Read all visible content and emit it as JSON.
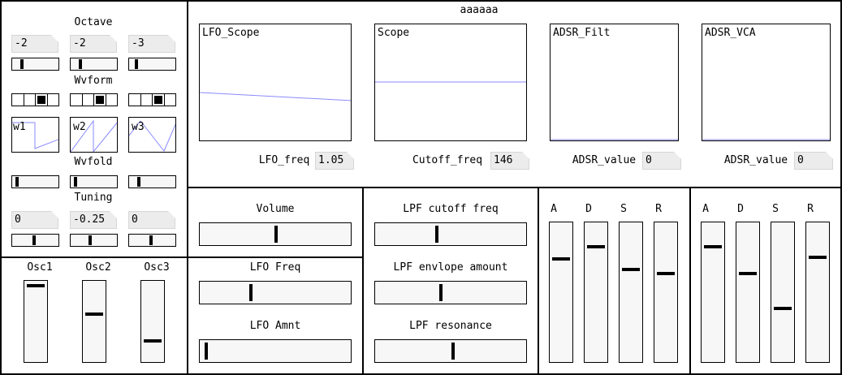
{
  "title": "aaaaaa",
  "oscillator_panel": {
    "octave_label": "Octave",
    "octave_values": [
      "-2",
      "-2",
      "-3"
    ],
    "octave_fraction": [
      0.15,
      0.15,
      0.1
    ],
    "waveform_label": "Wvform",
    "waveform_selected": [
      2,
      2,
      2
    ],
    "waveform_cells": 4,
    "wave_names": [
      "w1",
      "w2",
      "w3"
    ],
    "wavefold_label": "Wvfold",
    "wavefold_fraction": [
      0.03,
      0.03,
      0.15
    ],
    "tuning_label": "Tuning",
    "tuning_values": [
      "0",
      "-0.25",
      "0"
    ],
    "tuning_fraction": [
      0.45,
      0.4,
      0.45
    ]
  },
  "osc_mix": {
    "labels": [
      "Osc1",
      "Osc2",
      "Osc3"
    ],
    "levels": [
      0.98,
      0.6,
      0.24
    ]
  },
  "scopes": [
    {
      "label": "LFO_Scope",
      "readout_label": "LFO_freq",
      "readout_value": "1.05"
    },
    {
      "label": "Scope",
      "readout_label": "Cutoff_freq",
      "readout_value": "146"
    },
    {
      "label": "ADSR_Filt",
      "readout_label": "ADSR_value",
      "readout_value": "0"
    },
    {
      "label": "ADSR_VCA",
      "readout_label": "ADSR_value",
      "readout_value": "0"
    }
  ],
  "lfo_panel": {
    "volume_label": "Volume",
    "volume_fraction": 0.5,
    "lfo_freq_label": "LFO Freq",
    "lfo_freq_fraction": 0.33,
    "lfo_amnt_label": "LFO Amnt",
    "lfo_amnt_fraction": 0.02
  },
  "filter_panel": {
    "cutoff_label": "LPF cutoff freq",
    "cutoff_fraction": 0.4,
    "env_amount_label": "LPF envlope amount",
    "env_amount_fraction": 0.43,
    "resonance_label": "LPF resonance",
    "resonance_fraction": 0.51
  },
  "adsr_filter": {
    "labels": [
      "A",
      "D",
      "S",
      "R"
    ],
    "levels": [
      0.75,
      0.84,
      0.67,
      0.64
    ]
  },
  "adsr_vca": {
    "labels": [
      "A",
      "D",
      "S",
      "R"
    ],
    "levels": [
      0.84,
      0.64,
      0.38,
      0.76
    ]
  },
  "colors": {
    "trace": "#8a8aff",
    "panel_bg": "#f7f7f7",
    "box_bg": "#ececec"
  }
}
